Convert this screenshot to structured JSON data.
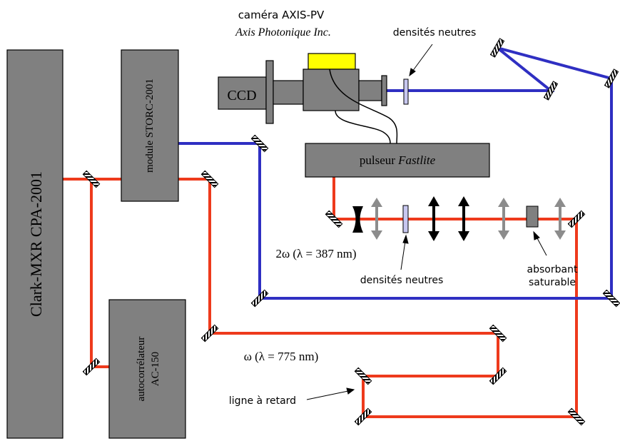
{
  "colors": {
    "fundamental_beam": "#ee3a1c",
    "second_harmonic_beam": "#2f2fc2",
    "component_gray": "#808080",
    "filter_fill": "#c8c8f0",
    "camera_head": "#ffff00",
    "lens_gray": "#8c8c8c"
  },
  "boxes": {
    "laser": "Clark-MXR CPA-2001",
    "storc": "module STORC-2001",
    "autocorrelator_line1": "autocorrélateur",
    "autocorrelator_line2": "AC-150",
    "ccd": "CCD",
    "pulser_prefix": "pulseur ",
    "pulser_name": "Fastlite"
  },
  "labels": {
    "camera_line1": "caméra AXIS-PV",
    "camera_line2": "Axis Photonique Inc.",
    "nd_top": "densités neutres",
    "nd_bottom": "densités neutres",
    "absorber_line1": "absorbant",
    "absorber_line2": "saturable",
    "delay_line": "ligne à retard",
    "beam_blue": "2ω (λ = 387 nm)",
    "beam_red": "ω (λ = 775 nm)"
  }
}
